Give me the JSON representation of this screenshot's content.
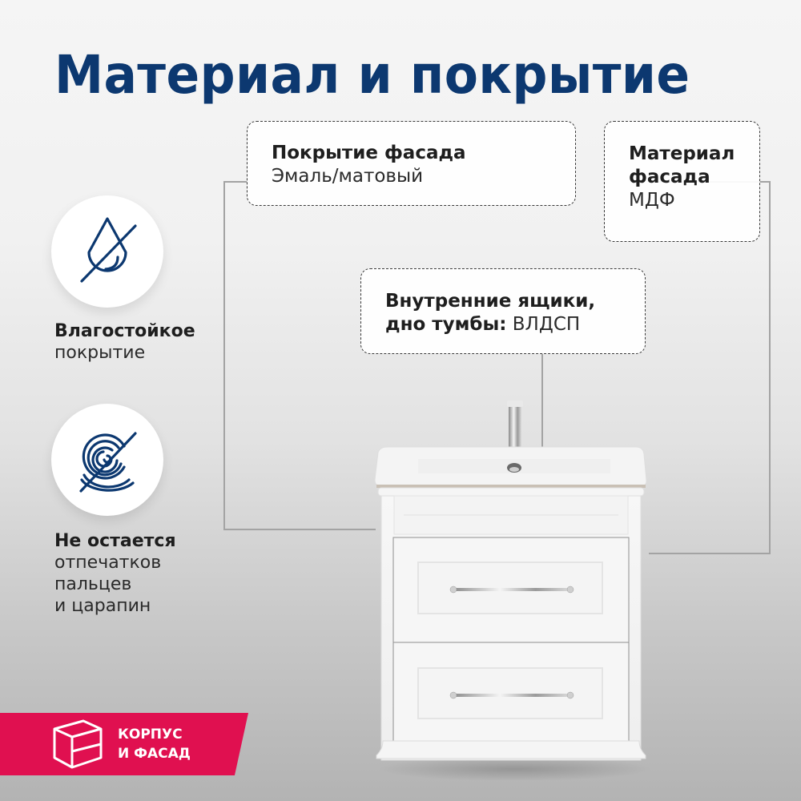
{
  "title": "Материал и покрытие",
  "callouts": [
    {
      "label": "Покрытие фасада",
      "value": "Эмаль/матовый"
    },
    {
      "label_line1": "Материал",
      "label_line2": "фасада",
      "value": "МДФ"
    },
    {
      "label_line1": "Внутренние ящики,",
      "label_line2": "дно тумбы:",
      "value": "ВЛДСП"
    }
  ],
  "features": [
    {
      "icon": "no-water-drop-icon",
      "title": "Влагостойкое",
      "lines": [
        "покрытие"
      ]
    },
    {
      "icon": "no-fingerprint-icon",
      "title": "Не остается",
      "lines": [
        "отпечатков",
        "пальцев",
        "и царапин"
      ]
    }
  ],
  "badge": {
    "icon": "box-icon",
    "line1": "КОРПУС",
    "line2": "И ФАСАД",
    "color": "#e01050"
  },
  "colors": {
    "title": "#0c3870",
    "icon": "#0c3870",
    "text": "#1e1e1e",
    "connector": "#a3a3a3"
  }
}
